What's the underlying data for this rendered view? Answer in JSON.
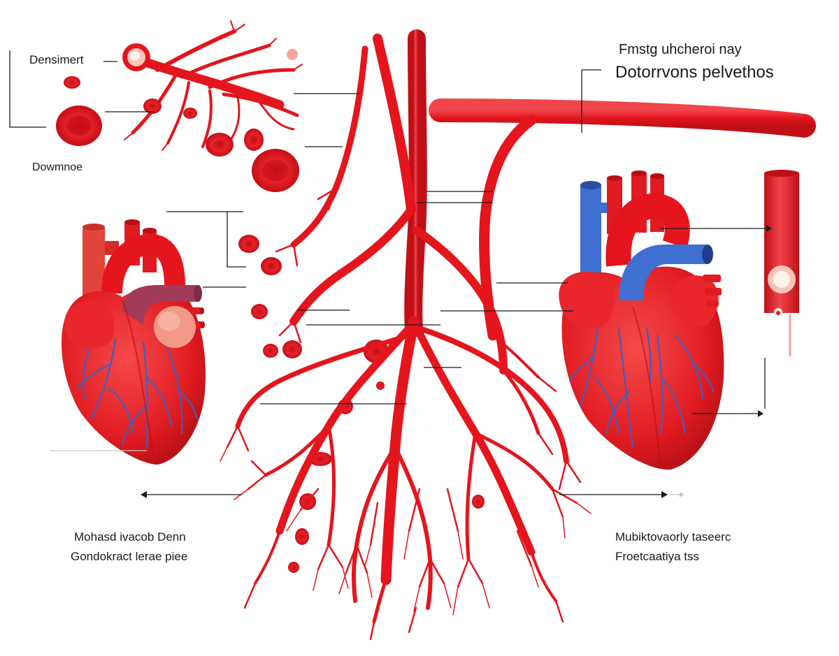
{
  "labels": {
    "top_left": "Densimert",
    "left_mid": "Dowmnoe",
    "top_right_line1": "Fmstg uhcheroi nay",
    "top_right_line2": "Dotorrvons pelvethos",
    "bottom_left_line1": "Mohasd ivacob Denn",
    "bottom_left_line2": "Gondokract lerae piee",
    "bottom_right_line1": "Mubiktovaorly taseerc",
    "bottom_right_line2": "Froetcaatiya tss"
  },
  "colors": {
    "artery": "#e4151d",
    "artery_dark": "#b80d14",
    "vein": "#3f6fd0",
    "heart": "#e01c22",
    "heart_light": "#f25050",
    "pulmonary": "#a23a5a",
    "peach": "#f29a86",
    "leader_line": "#1a1a1a"
  },
  "icons": [
    "heart-illustration-left",
    "heart-illustration-right",
    "arterial-tree",
    "red-blood-cell",
    "vessel-cross-section"
  ]
}
